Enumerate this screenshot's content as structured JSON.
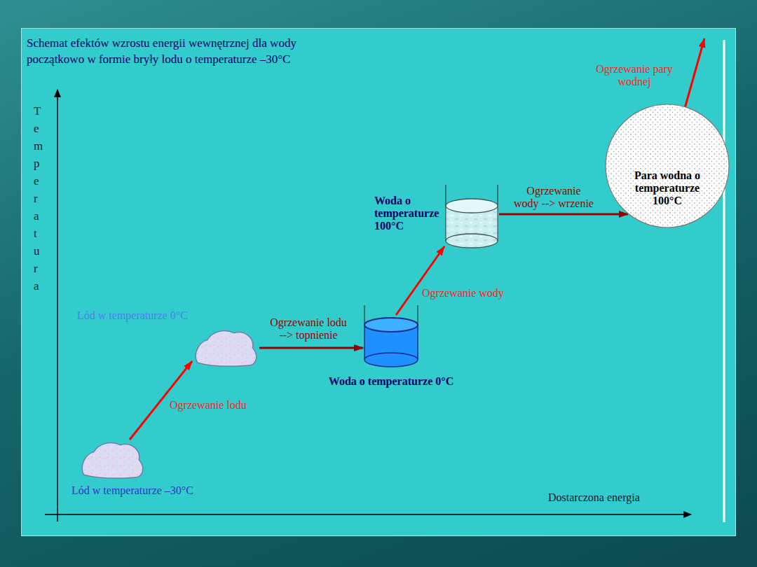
{
  "diagram": {
    "title": "Schemat efektów wzrostu energii wewnętrznej dla wody początkowo w formie bryły lodu o temperaturze –30°C",
    "nodes": [
      {
        "text": [
          "Lód w temperaturze –30°C"
        ]
      },
      {
        "text": [
          "Lód w temperaturze 0°C"
        ]
      },
      {
        "text": [
          "Woda o temperaturze 0°C"
        ]
      },
      {
        "text": [
          "Woda o temperaturze 100°C"
        ]
      },
      {
        "text": [
          "Para wodna o temperaturze 100°C"
        ]
      }
    ],
    "edges": [
      {
        "from": 0,
        "to": 1,
        "arrow": "to",
        "label": "Ogrzewanie lodu"
      },
      {
        "from": 1,
        "to": 2,
        "arrow": "to",
        "label": "Ogrzewanie lodu --> topnienie"
      },
      {
        "from": 2,
        "to": 3,
        "arrow": "to",
        "label": "Ogrzewanie wody"
      },
      {
        "from": 3,
        "to": 4,
        "arrow": "to",
        "label": "Ogrzewanie wody --> wrzenie"
      }
    ],
    "labels": [
      "Temperatura",
      "Ogrzewanie pary wodnej",
      "Dostarczona energia"
    ]
  }
}
